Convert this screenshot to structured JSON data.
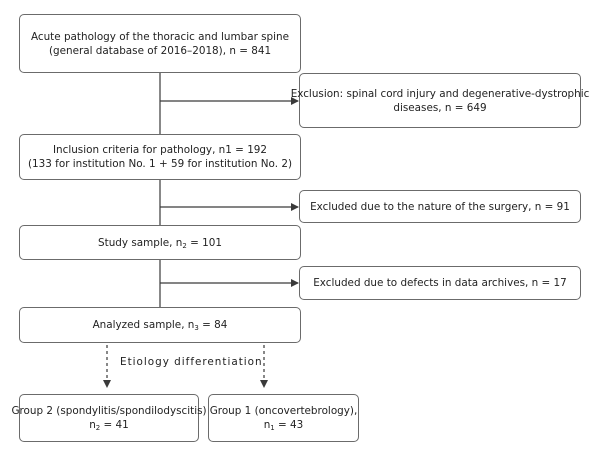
{
  "flowchart": {
    "total": {
      "line1": "Acute pathology of the thoracic and lumbar spine",
      "line2": "(general database of 2016–2018), n = 841"
    },
    "exclusion1": {
      "line1": "Exclusion: spinal cord injury and degenerative-dystrophic",
      "line2": "diseases, n = 649"
    },
    "inclusion": {
      "line1": "Inclusion criteria for pathology, n1 = 192",
      "line2": "(133 for institution No. 1 + 59 for institution No. 2)"
    },
    "exclusion2": {
      "line1": "Excluded due to the nature of the surgery, n = 91"
    },
    "study": {
      "prefix": "Study sample, n",
      "sub": "2",
      "suffix": " = 101"
    },
    "exclusion3": {
      "line1": "Excluded due to defects in data archives, n = 17"
    },
    "analyzed": {
      "prefix": "Analyzed sample, n",
      "sub": "3",
      "suffix": " = 84"
    },
    "etiology_label": "Etiology differentiation",
    "group2": {
      "line1": "Group 2 (spondylitis/spondilodyscitis)",
      "prefix": "n",
      "sub": "2",
      "suffix": " = 41"
    },
    "group1": {
      "line1": "Group 1 (oncovertebrology),",
      "prefix": "n",
      "sub": "1",
      "suffix": " = 43"
    }
  }
}
